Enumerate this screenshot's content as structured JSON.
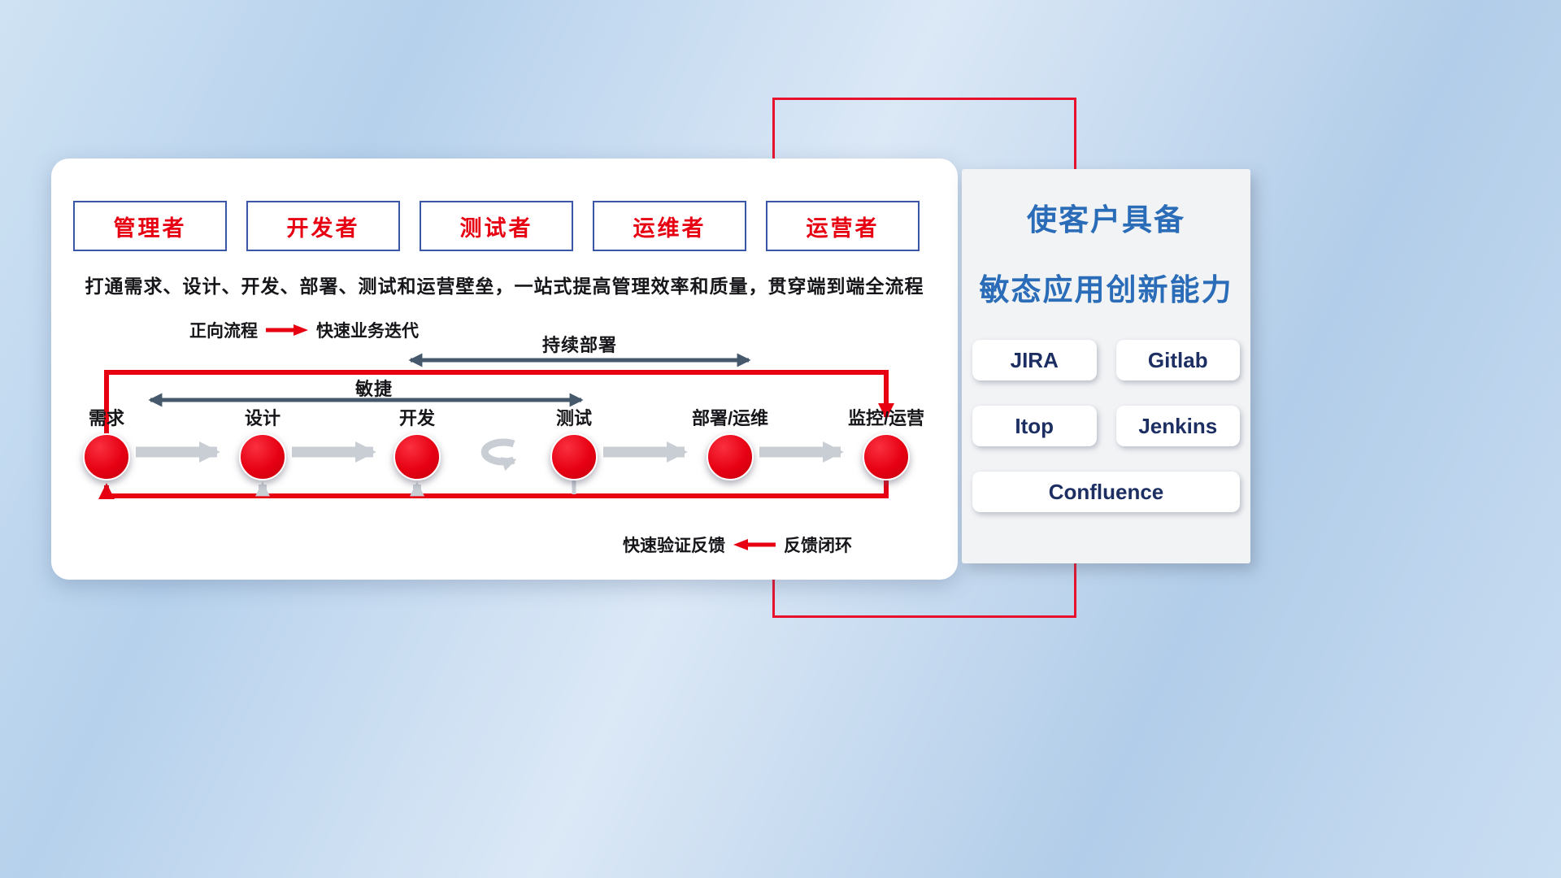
{
  "colors": {
    "accent_red": "#e60012",
    "frame_red": "#e8112d",
    "dark_arrow": "#46586b",
    "gray_arrow": "#c9ced4",
    "role_border_blue": "#3a57a7",
    "panel_title_blue": "#2a6cb8",
    "tool_text_navy": "#1d2e63"
  },
  "card": {
    "roles": [
      "管理者",
      "开发者",
      "测试者",
      "运维者",
      "运营者"
    ],
    "description": "打通需求、设计、开发、部署、测试和运营壁垒，一站式提高管理效率和质量，贯穿端到端全流程",
    "legend_forward": {
      "label": "正向流程",
      "value": "快速业务迭代"
    },
    "legend_feedback": {
      "label": "快速验证反馈",
      "value": "反馈闭环"
    },
    "arrows": {
      "continuous_deploy": "持续部署",
      "agile": "敏捷"
    },
    "nodes": [
      "需求",
      "设计",
      "开发",
      "测试",
      "部署/运维",
      "监控/运营"
    ]
  },
  "panel": {
    "title_line1": "使客户具备",
    "title_line2": "敏态应用创新能力",
    "tools": [
      "JIRA",
      "Gitlab",
      "Itop",
      "Jenkins",
      "Confluence"
    ]
  }
}
